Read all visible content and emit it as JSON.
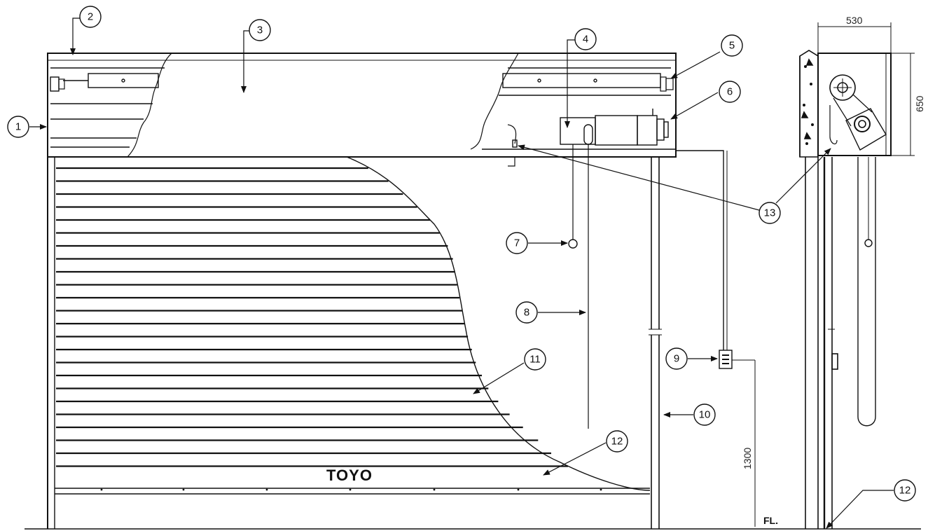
{
  "brand_label": "TOYO",
  "floor_label": "FL.",
  "dimensions": {
    "box_width": "530",
    "box_height": "650",
    "switch_height": "1300"
  },
  "callouts": [
    {
      "id": "1",
      "label": "1"
    },
    {
      "id": "2",
      "label": "2"
    },
    {
      "id": "3",
      "label": "3"
    },
    {
      "id": "4",
      "label": "4"
    },
    {
      "id": "5",
      "label": "5"
    },
    {
      "id": "6",
      "label": "6"
    },
    {
      "id": "7",
      "label": "7"
    },
    {
      "id": "8",
      "label": "8"
    },
    {
      "id": "9",
      "label": "9"
    },
    {
      "id": "10",
      "label": "10"
    },
    {
      "id": "11",
      "label": "11"
    },
    {
      "id": "12",
      "label": "12"
    },
    {
      "id": "13",
      "label": "13"
    },
    {
      "id": "12b",
      "label": "12"
    }
  ],
  "colors": {
    "line": "#111111",
    "paper": "#ffffff"
  }
}
